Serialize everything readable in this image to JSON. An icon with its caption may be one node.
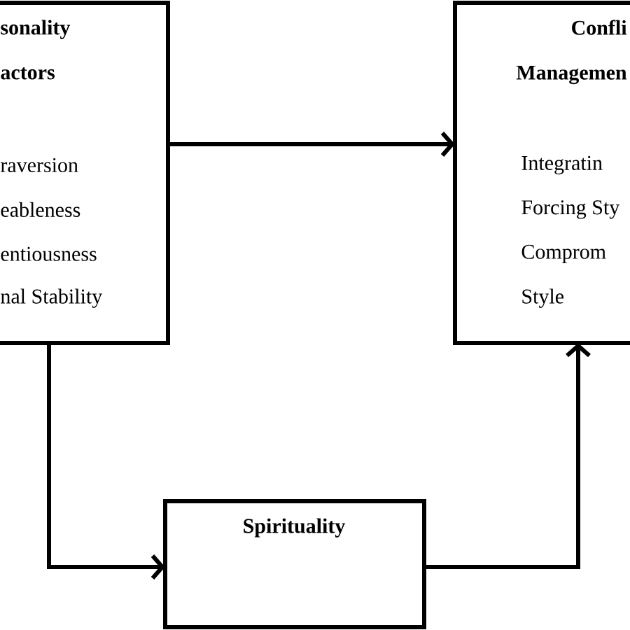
{
  "diagram": {
    "nodes": [
      {
        "text": [
          "sonality actors",
          "raversion",
          "eableness",
          "entiousness",
          "nal Stability"
        ]
      },
      {
        "text": [
          "Confli Managemen",
          "Integratin",
          "Forcing Sty",
          "Comprom",
          "Style"
        ]
      },
      {
        "text": [
          "Spirituality"
        ]
      }
    ],
    "edges": [
      {
        "from": 0,
        "to": 1,
        "arrow": "to"
      },
      {
        "from": 0,
        "to": 2,
        "arrow": "to"
      },
      {
        "from": 2,
        "to": 1,
        "arrow": "to"
      }
    ]
  }
}
